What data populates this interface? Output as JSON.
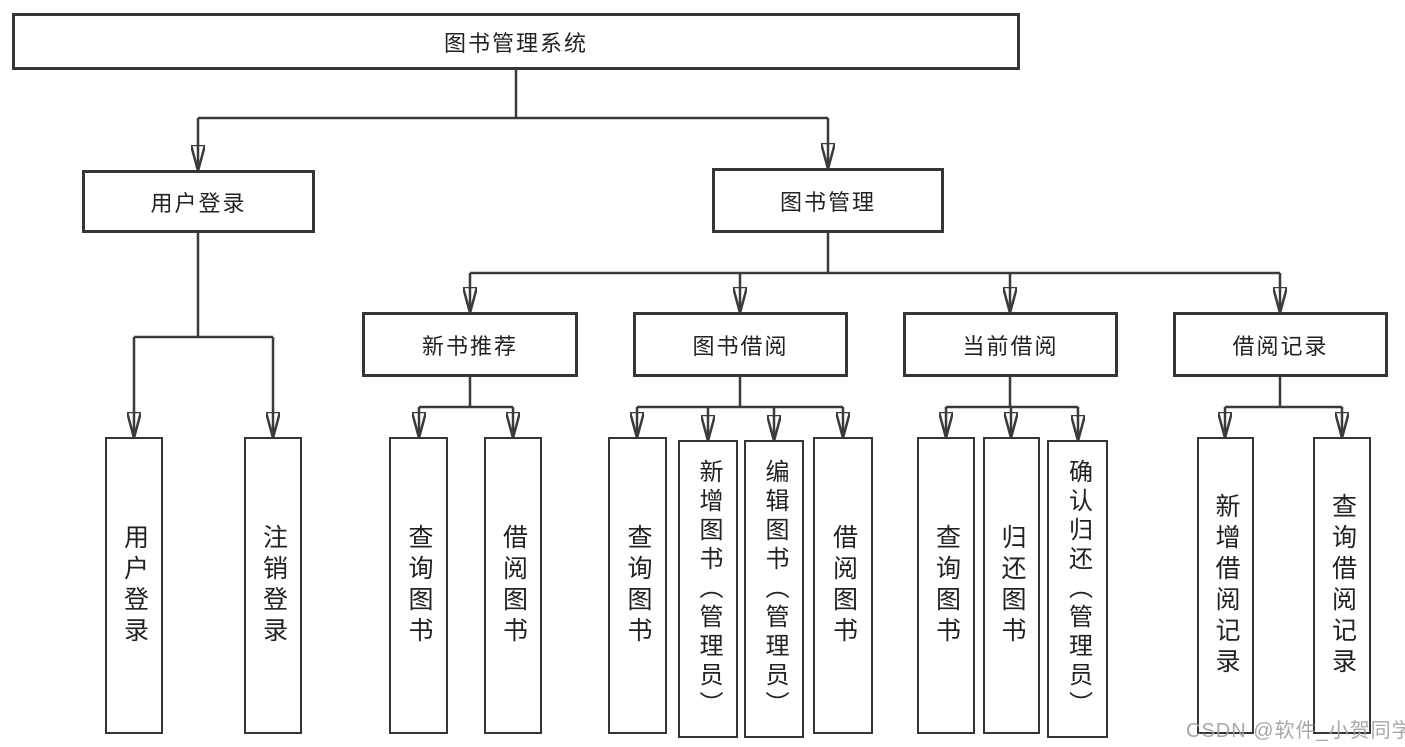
{
  "diagram": {
    "title": "图书管理系统",
    "branches": [
      {
        "label": "用户登录",
        "children": [
          {
            "label": "用户登录"
          },
          {
            "label": "注销登录"
          }
        ]
      },
      {
        "label": "图书管理",
        "children": [
          {
            "label": "新书推荐",
            "children": [
              {
                "label": "查询图书"
              },
              {
                "label": "借阅图书"
              }
            ]
          },
          {
            "label": "图书借阅",
            "children": [
              {
                "label": "查询图书"
              },
              {
                "label": "新增图书（管理员）"
              },
              {
                "label": "编辑图书（管理员）"
              },
              {
                "label": "借阅图书"
              }
            ]
          },
          {
            "label": "当前借阅",
            "children": [
              {
                "label": "查询图书"
              },
              {
                "label": "归还图书"
              },
              {
                "label": "确认归还（管理员）"
              }
            ]
          },
          {
            "label": "借阅记录",
            "children": [
              {
                "label": "新增借阅记录"
              },
              {
                "label": "查询借阅记录"
              }
            ]
          }
        ]
      }
    ]
  },
  "watermark": "CSDN @软件_小贺同学",
  "colors": {
    "line": "#3a3a3a",
    "box_border": "#363636",
    "text": "#222222",
    "watermark": "#9e9e9e",
    "background": "#ffffff"
  }
}
